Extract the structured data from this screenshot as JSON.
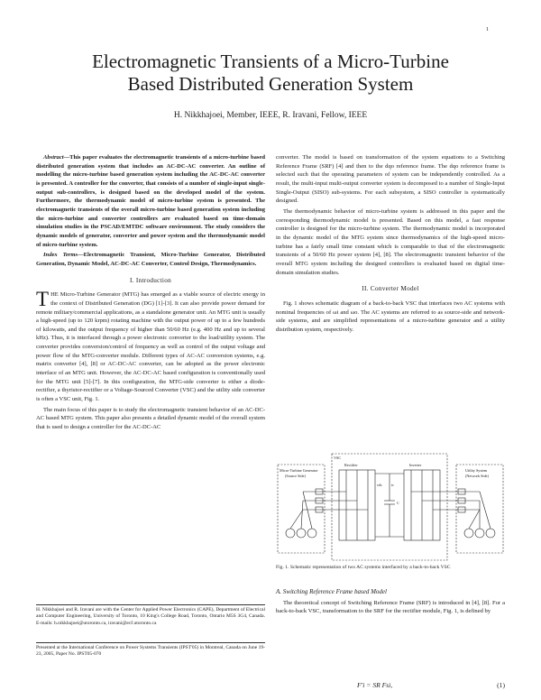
{
  "page_number": "1",
  "title_line1": "Electromagnetic Transients of a Micro-Turbine",
  "title_line2": "Based Distributed Generation System",
  "authors": "H. Nikkhajoei, Member, IEEE, R. Iravani, Fellow, IEEE",
  "abstract": {
    "lead": "Abstract",
    "text": "—This paper evaluates the electromagnetic transients of a micro-turbine based distributed generation system that includes an AC-DC-AC converter. An outline of modelling the micro-turbine based generation system including the AC-DC-AC converter is presented. A controller for the converter, that consists of a number of single-input single-output sub-controllers, is designed based on the developed model of the system. Furthermore, the thermodynamic model of micro-turbine system is presented. The electromagnetic transients of the overall micro-turbine based generation system including the micro-turbine and converter controllers are evaluated based on time-domain simulation studies in the PSCAD/EMTDC software environment. The study considers the dynamic models of generator, converter and power system and the thermodynamic model of micro-turbine system."
  },
  "keywords": {
    "lead": "Index Terms",
    "text": "—Electromagnetic Transient, Micro-Turbine Generator, Distributed Generation, Dynamic Model, AC-DC-AC Converter, Control Design, Thermodynamics."
  },
  "section1_heading": "I. Introduction",
  "intro_dropcap": "T",
  "intro_p1": "HE Micro-Turbine Generator (MTG) has emerged as a viable source of electric energy in the context of Distributed Generation (DG) [1]-[3]. It can also provide power demand for remote military/commercial applications, as a standalone generator unit. An MTG unit is usually a high-speed (up to 120 krpm) rotating machine with the output power of up to a few hundreds of kilowatts, and the output frequency of higher than 50/60 Hz (e.g. 400 Hz and up to several kHz). Thus, it is interfaced through a power electronic converter to the load/utility system. The converter provides conversion/control of frequency as well as control of the output voltage and power flow of the MTG-converter module. Different types of AC-AC conversion systems, e.g. matrix converter [4], [8] or AC-DC-AC converter, can be adopted as the power electronic interface of an MTG unit. However, the AC-DC-AC based configuration is conventionally used for the MTG unit [5]-[7]. In this configuration, the MTG-side converter is either a diode-rectifier, a thyristor-rectifier or a Voltage-Sourced Converter (VSC) and the utility side converter is often a VSC unit, Fig. 1.",
  "intro_p2": "The main focus of this paper is to study the electromagnetic transient behavior of an AC-DC-AC based MTG system. This paper also presents a detailed dynamic model of the overall system that is used to design a controller for the AC-DC-AC",
  "footnote1": "H. Nikkhajoei and R. Iravani are with the Center for Applied Power Electronics (CAPE), Department of Electrical and Computer Engineering, University of Toronto, 10 King's College Road, Toronto, Ontario M5S 3G4, Canada. E-mails: h.nikkhajoei@utoronto.ca, iravani@ecf.utoronto.ca",
  "footnote2": "Presented at the International Conference on Power Systems Transients (IPST'05) in Montreal, Canada on June 19-23, 2005, Paper No. IPST05-070",
  "right_p1": "converter. The model is based on transformation of the system equations to a Switching Reference Frame (SRF) [4] and then to the dqo reference frame. The dqo reference frame is selected such that the operating parameters of system can be independently controlled. As a result, the multi-input multi-output converter system is decomposed to a number of Single-Input Single-Output (SISO) sub-systems. For each subsystem, a SISO controller is systematically designed.",
  "right_p2": "The thermodynamic behavior of micro-turbine system is addressed in this paper and the corresponding thermodynamic model is presented. Based on this model, a fast response controller is designed for the micro-turbine system. The thermodynamic model is incorporated in the dynamic model of the MTG system since thermodynamics of the high-speed micro-turbine has a fairly small time constant which is comparable to that of the electromagnetic transients of a 50/60 Hz power system [4], [8]. The electromagnetic transient behavior of the overall MTG system including the designed controllers is evaluated based on digital time-domain simulation studies.",
  "section2_heading": "II. Converter Model",
  "conv_p1": "Fig. 1 shows schematic diagram of a back-to-back VSC that interfaces two AC systems with nominal frequencies of ωi and ωo. The AC systems are referred to as source-side and network-side systems, and are simplified representations of a micro-turbine generator and a utility distribution system, respectively.",
  "figure": {
    "vsc_label": "VSC",
    "rectifier_label": "Rectifier",
    "inverter_label": "Inverter",
    "left_block_title": "Micro-Turbine Generator",
    "left_block_sub": "(Source Side)",
    "right_block_title": "Utility System",
    "right_block_sub": "(Network Side)",
    "dc_labels": [
      "vdc",
      "ic",
      "C"
    ],
    "caption": "Fig. 1. Schematic representation of two AC systems interfaced by a back-to-back VSC"
  },
  "subsection_a": "A. Switching Reference Frame based Model",
  "srf_p1": "The theoretical concept of Switching Reference Frame (SRF) is introduced in [4], [8]. For a back-to-back VSC, transformation to the SRF for the rectifier module, Fig. 1, is defined by",
  "equation": {
    "body": "F′i = SR Fsi,",
    "number": "(1)"
  }
}
